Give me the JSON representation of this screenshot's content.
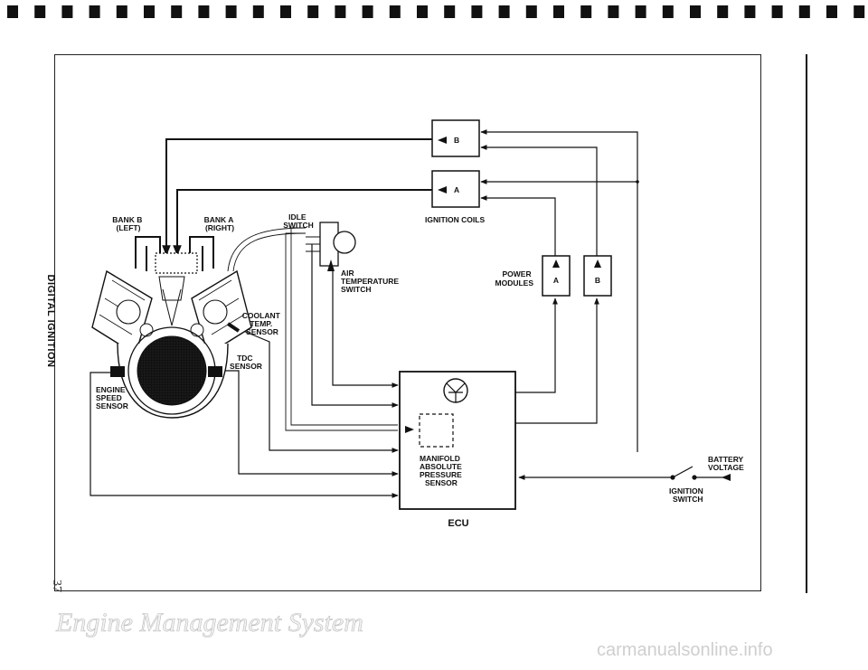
{
  "side_title": "DIGITAL IGNITION",
  "page_number": "37",
  "footer_title": "Engine Management System",
  "watermark": "carmanualsonline.info",
  "labels": {
    "bank_b": [
      "BANK B",
      "(LEFT)"
    ],
    "bank_a": [
      "BANK A",
      "(RIGHT)"
    ],
    "idle_switch": [
      "IDLE",
      "SWITCH"
    ],
    "ignition_coils": "IGNITION COILS",
    "coil_b": "B",
    "coil_a": "A",
    "air_temp_switch": [
      "AIR",
      "TEMPERATURE",
      "SWITCH"
    ],
    "power_modules": [
      "POWER",
      "MODULES"
    ],
    "module_a": "A",
    "module_b": "B",
    "coolant_sensor": [
      "COOLANT",
      "TEMP.",
      "SENSOR"
    ],
    "tdc_sensor": [
      "TDC",
      "SENSOR"
    ],
    "engine_speed_sensor": [
      "ENGINE",
      "SPEED",
      "SENSOR"
    ],
    "map_sensor": [
      "MANIFOLD",
      "ABSOLUTE",
      "PRESSURE",
      "SENSOR"
    ],
    "ecu": "ECU",
    "battery_voltage": [
      "BATTERY",
      "VOLTAGE"
    ],
    "ignition_switch": [
      "IGNITION",
      "SWITCH"
    ]
  }
}
